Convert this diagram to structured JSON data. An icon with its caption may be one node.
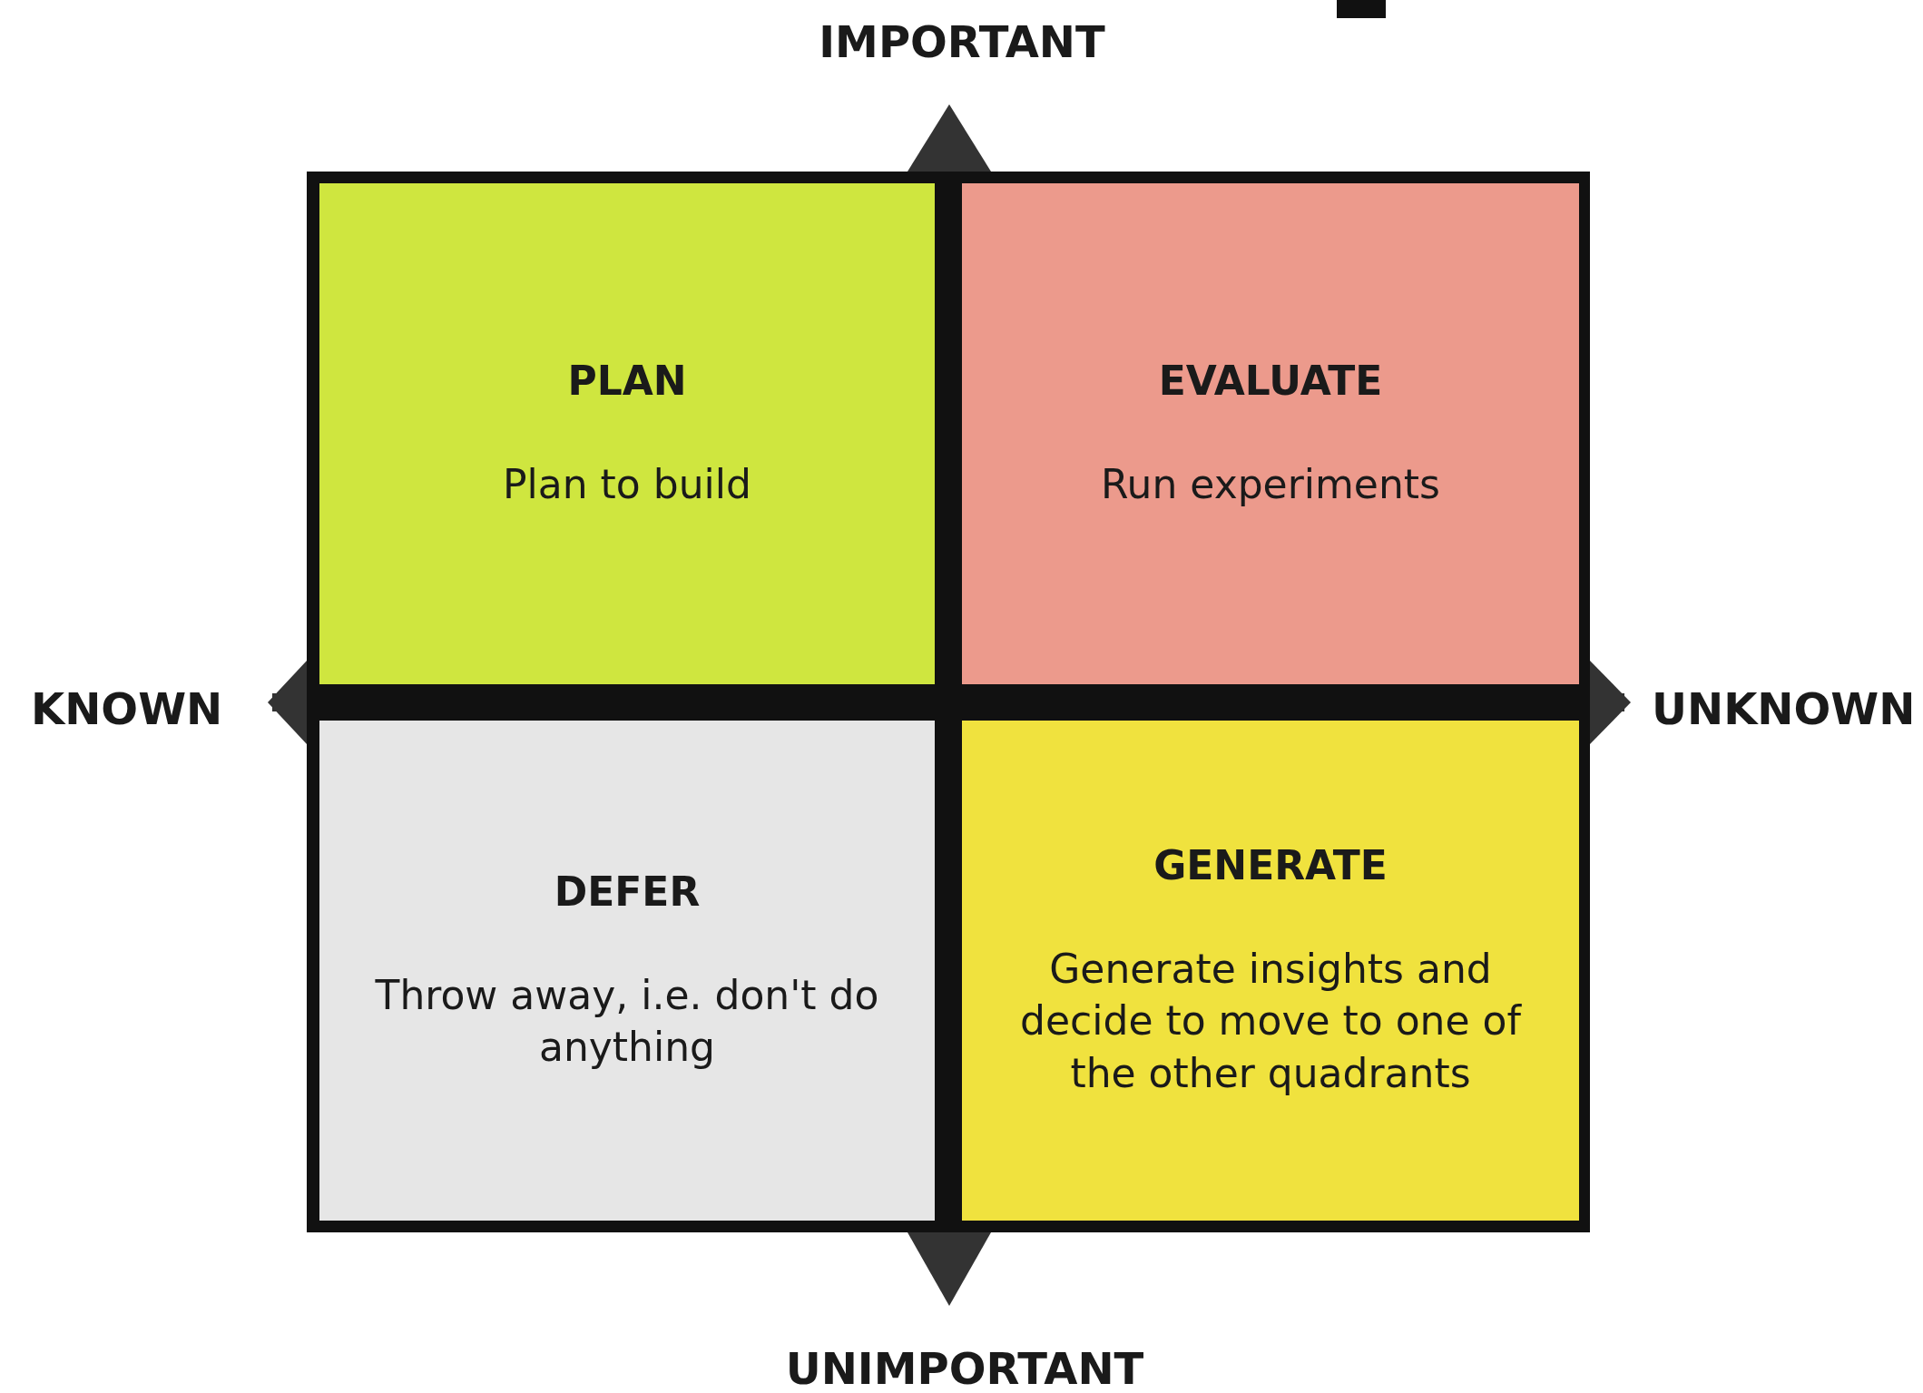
{
  "diagram": {
    "nodes": [
      {
        "text": [
          "PLAN",
          "Plan to build"
        ]
      },
      {
        "text": [
          "EVALUATE",
          "Run experiments"
        ]
      },
      {
        "text": [
          "DEFER",
          "Throw away, i.e. don't do anything"
        ]
      },
      {
        "text": [
          "GENERATE",
          "Generate insights and decide to move to one of the other quadrants"
        ]
      }
    ],
    "labels": [
      "IMPORTANT",
      "KNOWN",
      "UNKNOWN",
      "UNIMPORTANT"
    ]
  }
}
